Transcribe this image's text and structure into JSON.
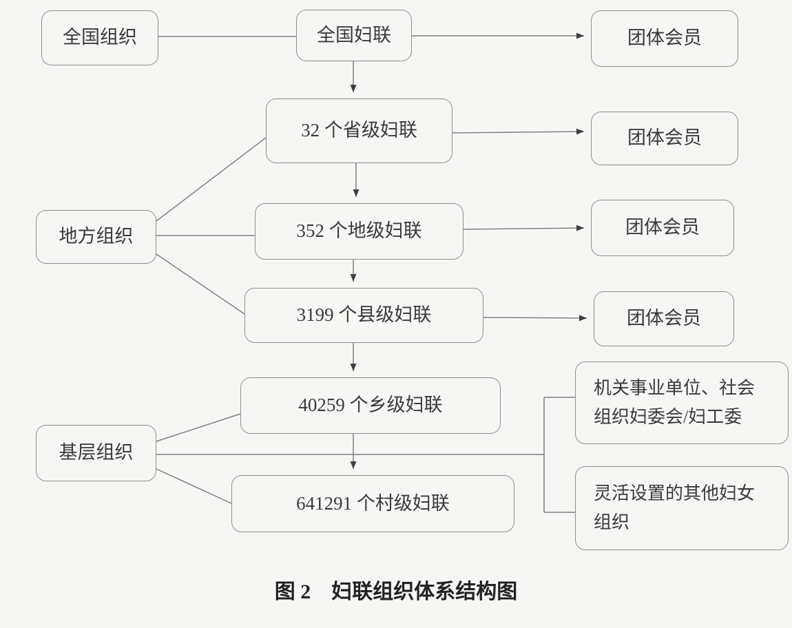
{
  "figure_caption": {
    "fig_no": "图 2",
    "title": "妇联组织体系结构图"
  },
  "colors": {
    "background": "#f6f6f4",
    "box_border": "#8f8f8f",
    "connector": "#7f7f7f",
    "text": "#3a3a3a",
    "arrow": "#3f3f3f"
  },
  "nodes": {
    "national_org": {
      "label": "全国组织"
    },
    "national_federation": {
      "label": "全国妇联"
    },
    "group_member_national": {
      "label": "团体会员"
    },
    "provincial_federation": {
      "label": "32 个省级妇联"
    },
    "group_member_provincial": {
      "label": "团体会员"
    },
    "local_org": {
      "label": "地方组织"
    },
    "prefecture_federation": {
      "label": "352 个地级妇联"
    },
    "group_member_prefecture": {
      "label": "团体会员"
    },
    "county_federation": {
      "label": "3199 个县级妇联"
    },
    "group_member_county": {
      "label": "团体会员"
    },
    "township_federation": {
      "label": "40259 个乡级妇联"
    },
    "grassroots_org": {
      "label": "基层组织"
    },
    "village_federation": {
      "label": "641291 个村级妇联"
    },
    "work_committees": {
      "label": "机关事业单位、社会组织妇委会/妇工委"
    },
    "flexible_orgs": {
      "label": "灵活设置的其他妇女组织"
    }
  }
}
